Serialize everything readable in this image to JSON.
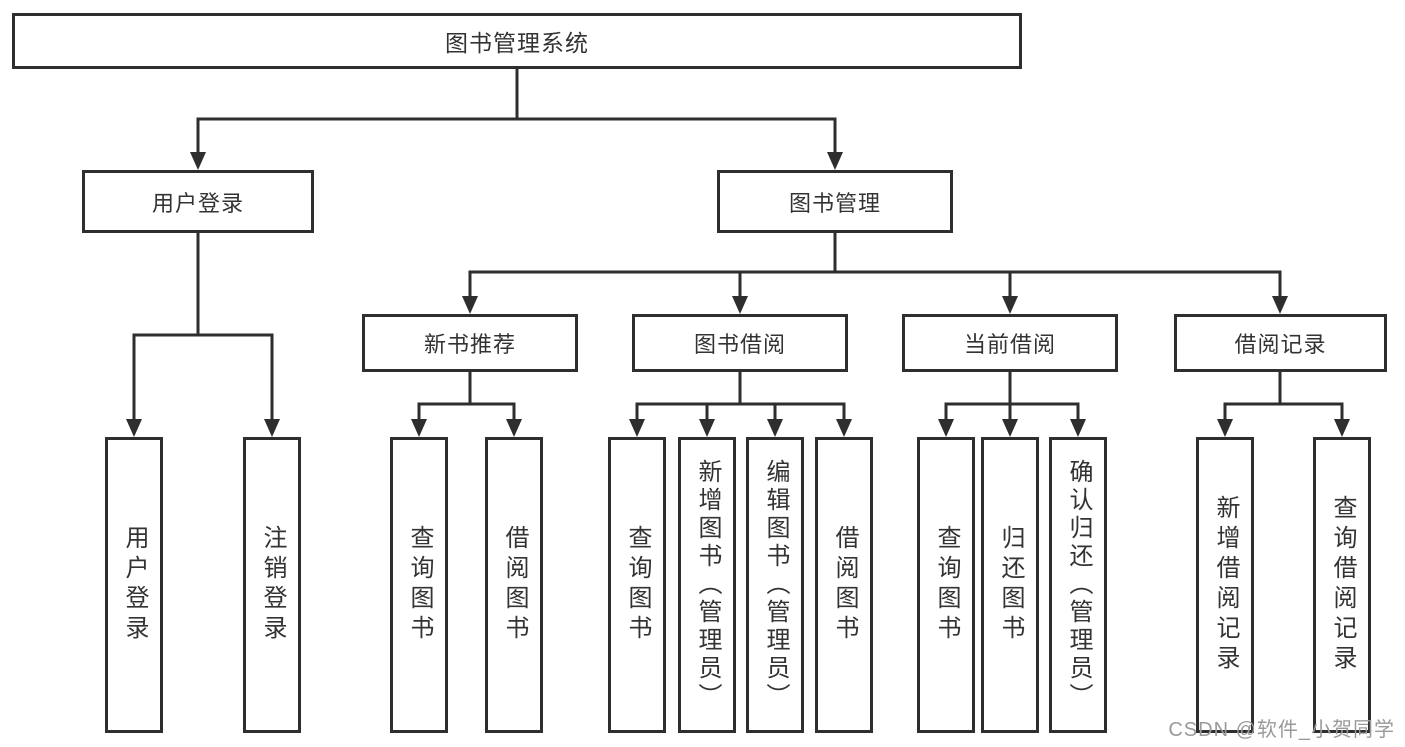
{
  "diagram": {
    "root": {
      "label": "图书管理系统"
    },
    "level2": [
      {
        "label": "用户登录"
      },
      {
        "label": "图书管理"
      }
    ],
    "level3": [
      {
        "label": "新书推荐",
        "parent": "图书管理"
      },
      {
        "label": "图书借阅",
        "parent": "图书管理"
      },
      {
        "label": "当前借阅",
        "parent": "图书管理"
      },
      {
        "label": "借阅记录",
        "parent": "图书管理"
      }
    ],
    "leaves": [
      {
        "label": "用户登录",
        "parent": "用户登录"
      },
      {
        "label": "注销登录",
        "parent": "用户登录"
      },
      {
        "label": "查询图书",
        "parent": "新书推荐"
      },
      {
        "label": "借阅图书",
        "parent": "新书推荐"
      },
      {
        "label": "查询图书",
        "parent": "图书借阅"
      },
      {
        "label": "新增图书（管理员）",
        "parent": "图书借阅"
      },
      {
        "label": "编辑图书（管理员）",
        "parent": "图书借阅"
      },
      {
        "label": "借阅图书",
        "parent": "图书借阅"
      },
      {
        "label": "查询图书",
        "parent": "当前借阅"
      },
      {
        "label": "归还图书",
        "parent": "当前借阅"
      },
      {
        "label": "确认归还（管理员）",
        "parent": "当前借阅"
      },
      {
        "label": "新增借阅记录",
        "parent": "借阅记录"
      },
      {
        "label": "查询借阅记录",
        "parent": "借阅记录"
      }
    ]
  },
  "watermark": {
    "text": "CSDN @软件_小贺同学"
  },
  "colors": {
    "line": "#2e2e2e",
    "border": "#2e2e2e",
    "text": "#333333",
    "background": "#ffffff",
    "watermark": "#9a9a9a"
  }
}
